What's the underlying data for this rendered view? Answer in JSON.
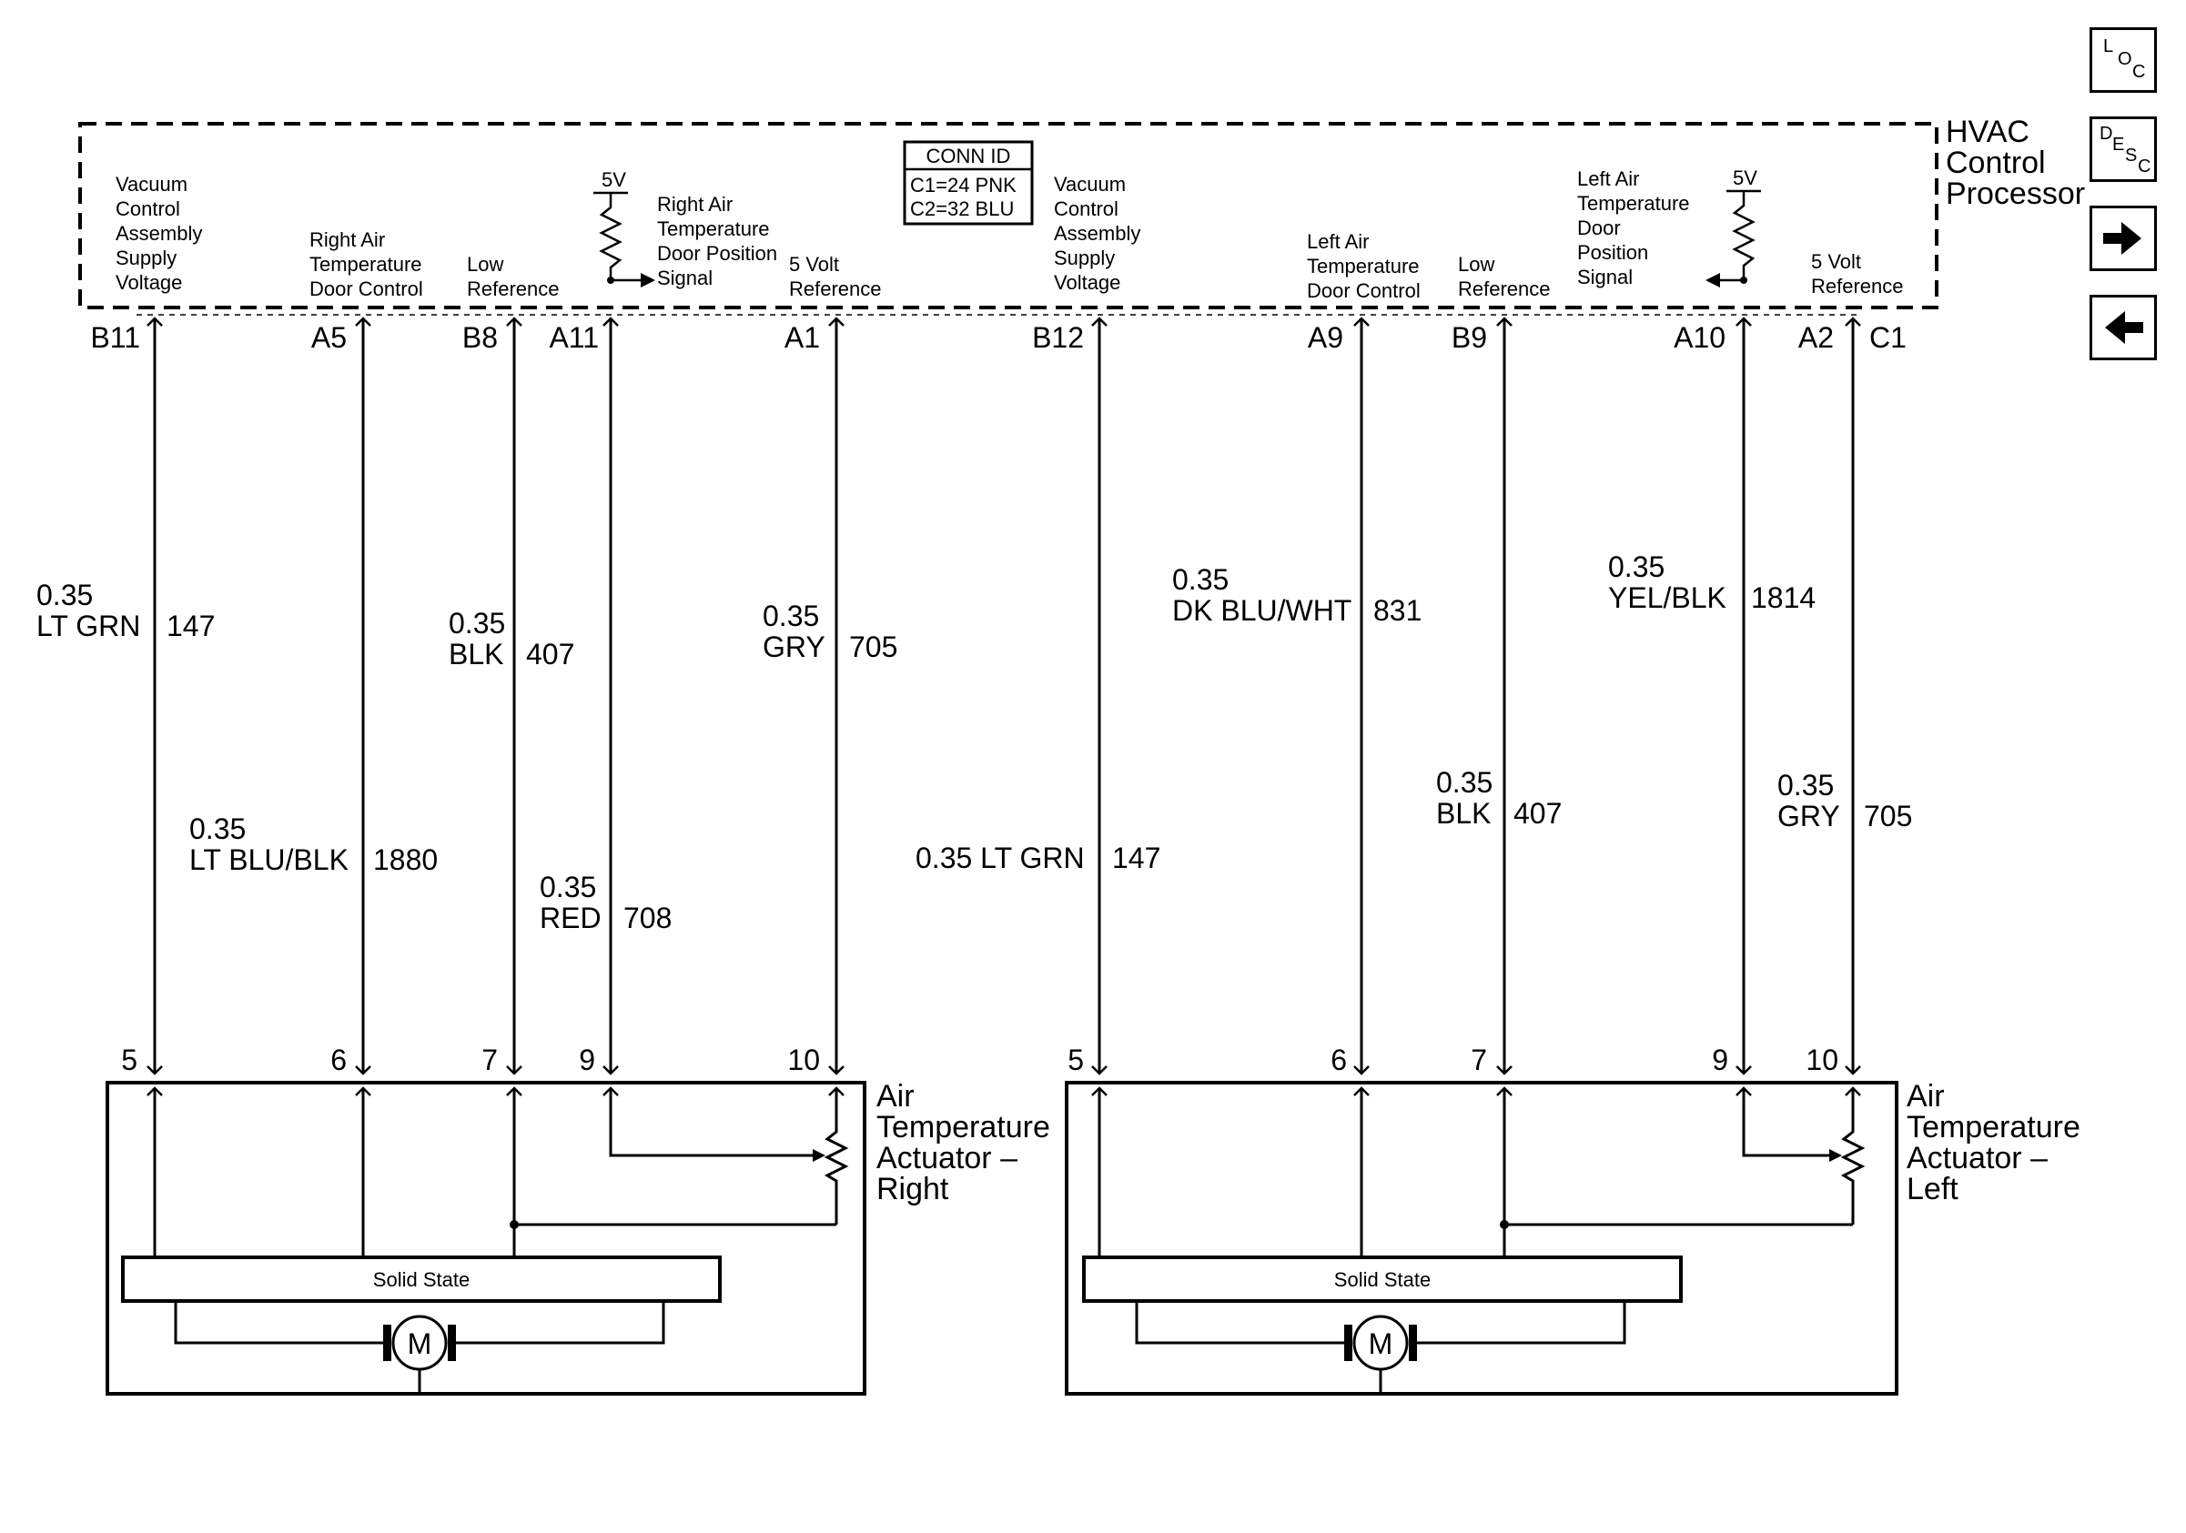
{
  "module": {
    "name_lines": [
      "HVAC",
      "Control",
      "Processor"
    ],
    "conn_id": {
      "title": "CONN ID",
      "c1": "C1=24 PNK",
      "c2": "C2=32 BLU"
    },
    "five_v_left": "5V",
    "five_v_right": "5V",
    "functions": {
      "b11": [
        "Vacuum",
        "Control",
        "Assembly",
        "Supply",
        "Voltage"
      ],
      "a5": [
        "Right Air",
        "Temperature",
        "Door Control"
      ],
      "b8": [
        "Low",
        "Reference"
      ],
      "a11": [
        "Right Air",
        "Temperature",
        "Door Position",
        "Signal"
      ],
      "a1": [
        "5 Volt",
        "Reference"
      ],
      "b12": [
        "Vacuum",
        "Control",
        "Assembly",
        "Supply",
        "Voltage"
      ],
      "a9": [
        "Left Air",
        "Temperature",
        "Door Control"
      ],
      "b9": [
        "Low",
        "Reference"
      ],
      "a10": [
        "Left Air",
        "Temperature",
        "Door",
        "Position",
        "Signal"
      ],
      "a2": [
        "5 Volt",
        "Reference"
      ]
    }
  },
  "pins": {
    "b11": "B11",
    "a5": "A5",
    "b8": "B8",
    "a11": "A11",
    "a1": "A1",
    "b12": "B12",
    "a9": "A9",
    "b9": "B9",
    "a10": "A10",
    "a2": "A2",
    "c1": "C1"
  },
  "wires": {
    "w147r": {
      "size": "0.35",
      "color": "LT GRN",
      "circuit": "147"
    },
    "w1880": {
      "size": "0.35",
      "color": "LT BLU/BLK",
      "circuit": "1880"
    },
    "w407r": {
      "size": "0.35",
      "color": "BLK",
      "circuit": "407"
    },
    "w708": {
      "size": "0.35",
      "color": "RED",
      "circuit": "708"
    },
    "w705r": {
      "size": "0.35",
      "color": "GRY",
      "circuit": "705"
    },
    "w147l": {
      "label": "0.35 LT GRN",
      "circuit": "147"
    },
    "w831": {
      "size": "0.35",
      "color": "DK BLU/WHT",
      "circuit": "831"
    },
    "w407l": {
      "size": "0.35",
      "color": "BLK",
      "circuit": "407"
    },
    "w1814": {
      "size": "0.35",
      "color": "YEL/BLK",
      "circuit": "1814"
    },
    "w705l": {
      "size": "0.35",
      "color": "GRY",
      "circuit": "705"
    }
  },
  "actuator_right": {
    "name_lines": [
      "Air",
      "Temperature",
      "Actuator –",
      "Right"
    ],
    "pins": [
      "5",
      "6",
      "7",
      "9",
      "10"
    ],
    "solid_state": "Solid State",
    "motor": "M"
  },
  "actuator_left": {
    "name_lines": [
      "Air",
      "Temperature",
      "Actuator –",
      "Left"
    ],
    "pins": [
      "5",
      "6",
      "7",
      "9",
      "10"
    ],
    "solid_state": "Solid State",
    "motor": "M"
  },
  "nav": {
    "loc": [
      "L",
      "O",
      "C"
    ],
    "desc": [
      "D",
      "E",
      "S",
      "C"
    ],
    "forward_icon": "right-arrow-icon",
    "back_icon": "left-arrow-icon"
  }
}
